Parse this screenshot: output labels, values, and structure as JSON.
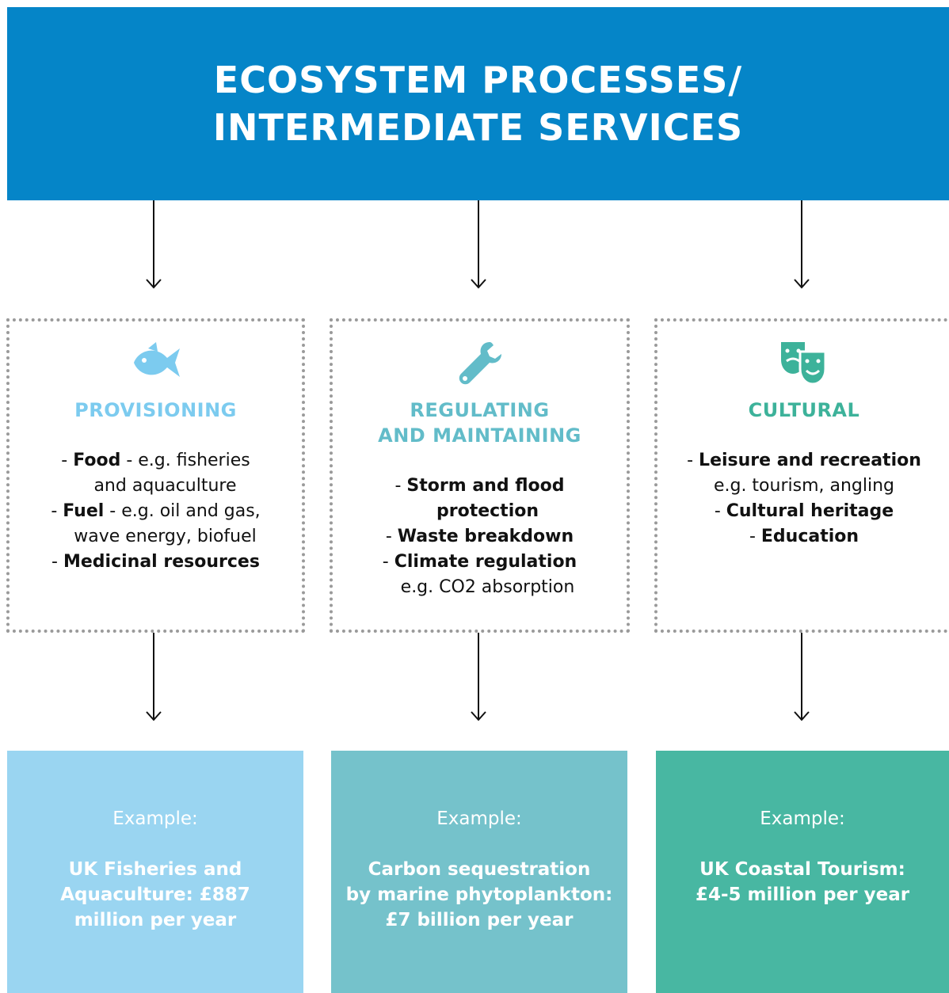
{
  "header": {
    "line1": "ECOSYSTEM PROCESSES/",
    "line2": "INTERMEDIATE SERVICES",
    "color": "#0585c8"
  },
  "services": [
    {
      "icon": "fish-icon",
      "title_lines": [
        "PROVISIONING"
      ],
      "color": "#7ccbef",
      "items": [
        [
          {
            "t": "- "
          },
          {
            "t": "Food",
            "b": true
          },
          {
            "t": " - e.g. fisheries"
          }
        ],
        [
          {
            "t": "and aquaculture"
          }
        ],
        [
          {
            "t": "- "
          },
          {
            "t": "Fuel",
            "b": true
          },
          {
            "t": " - e.g. oil and gas,"
          }
        ],
        [
          {
            "t": "wave energy, biofuel"
          }
        ],
        [
          {
            "t": "- "
          },
          {
            "t": "Medicinal resources",
            "b": true
          }
        ]
      ]
    },
    {
      "icon": "wrench-icon",
      "title_lines": [
        "REGULATING",
        "AND MAINTAINING"
      ],
      "color": "#62bcc9",
      "items": [
        [
          {
            "t": "- "
          },
          {
            "t": "Storm and flood",
            "b": true
          }
        ],
        [
          {
            "t": "protection",
            "b": true
          }
        ],
        [
          {
            "t": "- "
          },
          {
            "t": "Waste breakdown",
            "b": true
          }
        ],
        [
          {
            "t": "- "
          },
          {
            "t": "Climate regulation",
            "b": true
          }
        ],
        [
          {
            "t": "e.g. CO2  absorption"
          }
        ]
      ]
    },
    {
      "icon": "theatre-masks-icon",
      "title_lines": [
        "CULTURAL"
      ],
      "color": "#3db29a",
      "items": [
        [
          {
            "t": "- "
          },
          {
            "t": "Leisure and recreation",
            "b": true
          }
        ],
        [
          {
            "t": "e.g. tourism, angling"
          }
        ],
        [
          {
            "t": "- "
          },
          {
            "t": "Cultural heritage",
            "b": true
          }
        ],
        [
          {
            "t": "- "
          },
          {
            "t": "Education",
            "b": true
          }
        ]
      ]
    }
  ],
  "examples": [
    {
      "label": "Example:",
      "lines": [
        "UK Fisheries and",
        "Aquaculture: £887",
        "million per year"
      ],
      "color": "#9ad5f1"
    },
    {
      "label": "Example:",
      "lines": [
        "Carbon sequestration",
        "by marine phytoplankton:",
        "£7 billion per year"
      ],
      "color": "#75c2cb"
    },
    {
      "label": "Example:",
      "lines": [
        "UK Coastal Tourism:",
        "£4-5 million per year"
      ],
      "color": "#48b7a2"
    }
  ]
}
